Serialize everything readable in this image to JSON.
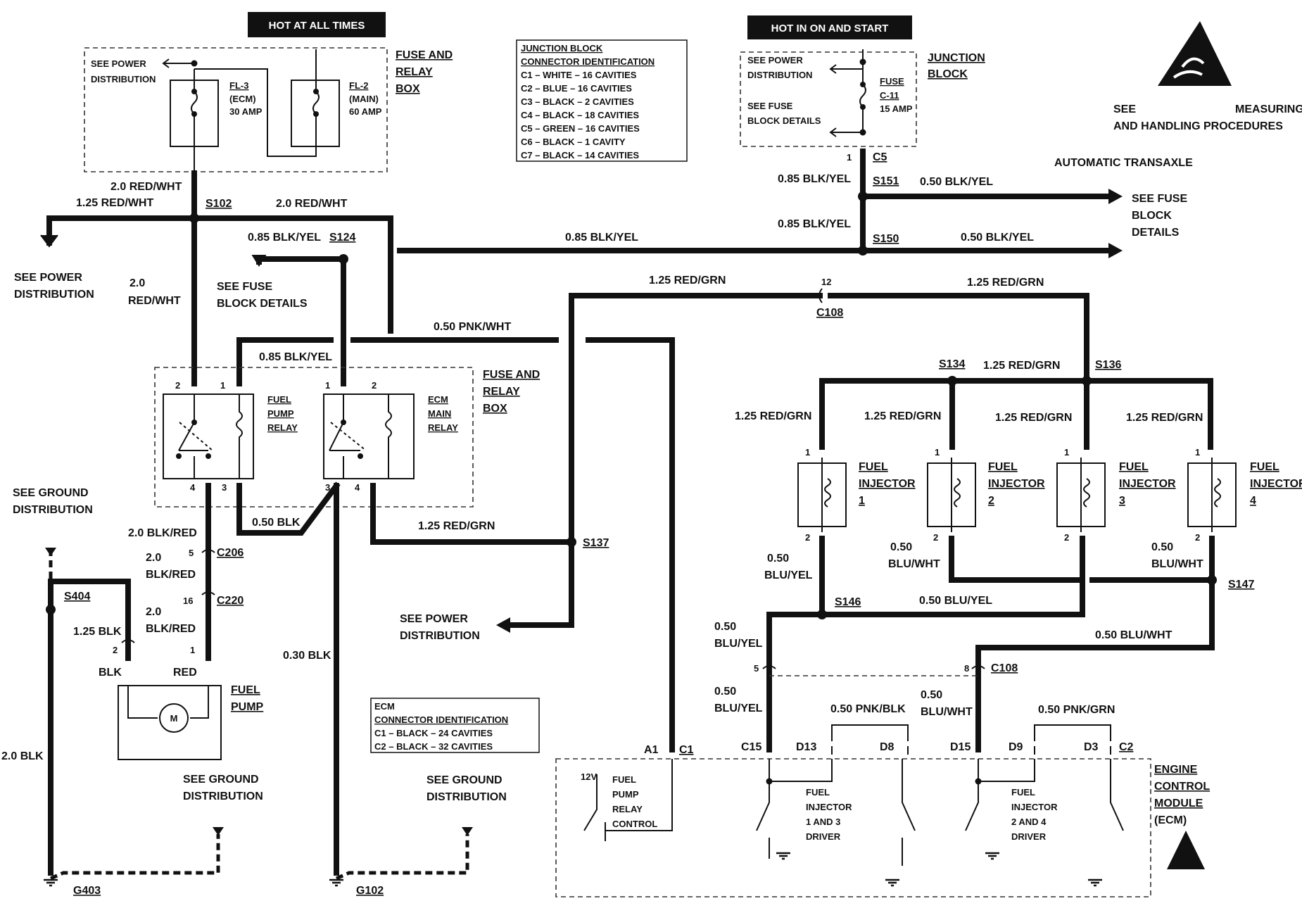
{
  "diagram": {
    "headers": {
      "hot_at_all_times": "HOT AT ALL TIMES",
      "hot_in_on_and_start": "HOT IN ON AND START"
    },
    "fuse_relay_box_top": {
      "label": [
        "FUSE AND",
        "RELAY",
        "BOX"
      ],
      "see_power": [
        "SEE POWER",
        "DISTRIBUTION"
      ],
      "fl3": [
        "FL-3",
        "(ECM)",
        "30 AMP"
      ],
      "fl2": [
        "FL-2",
        "(MAIN)",
        "60 AMP"
      ]
    },
    "junction_id": {
      "title": [
        "JUNCTION BLOCK",
        "CONNECTOR IDENTIFICATION"
      ],
      "lines": [
        "C1 – WHITE – 16 CAVITIES",
        "C2 – BLUE – 16 CAVITIES",
        "C3 – BLACK – 2 CAVITIES",
        "C4 – BLACK – 18 CAVITIES",
        "C5 – GREEN – 16 CAVITIES",
        "C6 – BLACK – 1 CAVITY",
        "C7 – BLACK – 14 CAVITIES"
      ]
    },
    "junction_block": {
      "label": [
        "JUNCTION",
        "BLOCK"
      ],
      "see_power": [
        "SEE POWER",
        "DISTRIBUTION"
      ],
      "see_fuse": [
        "SEE FUSE",
        "BLOCK DETAILS"
      ],
      "fuse": [
        "FUSE",
        "C-11",
        "15 AMP"
      ]
    },
    "esd_note": {
      "see": "SEE",
      "measuring": "MEASURING",
      "line2": "AND HANDLING PROCEDURES"
    },
    "auto_transaxle": "AUTOMATIC TRANSAXLE",
    "see_fuse_details_right": [
      "SEE FUSE",
      "BLOCK",
      "DETAILS"
    ],
    "wires": {
      "red_wht_20a": "2.0 RED/WHT",
      "red_wht_125": "1.25 RED/WHT",
      "red_wht_20b": "2.0 RED/WHT",
      "red_wht_20c": [
        "2.0",
        "RED/WHT"
      ],
      "blk_yel_085a": "0.85 BLK/YEL",
      "blk_yel_085b": "0.85 BLK/YEL",
      "blk_yel_085c": "0.85 BLK/YEL",
      "blk_yel_085d": "0.85 BLK/YEL",
      "blk_yel_085e": "0.85 BLK/YEL",
      "blk_yel_050a": "0.50 BLK/YEL",
      "blk_yel_050b": "0.50 BLK/YEL",
      "pnk_wht_050": "0.50 PNK/WHT",
      "red_grn_125a": "1.25 RED/GRN",
      "red_grn_125b": "1.25 RED/GRN",
      "red_grn_125c": "1.25 RED/GRN",
      "red_grn_125d": "1.25 RED/GRN",
      "red_grn_125e": "1.25 RED/GRN",
      "red_grn_125f": "1.25 RED/GRN",
      "red_grn_125g": "1.25 RED/GRN",
      "red_grn_125h": "1.25 RED/GRN",
      "blk_050": "0.50 BLK",
      "blk_red_20a": "2.0 BLK/RED",
      "blk_red_20b": [
        "2.0",
        "BLK/RED"
      ],
      "blk_red_20c": [
        "2.0",
        "BLK/RED"
      ],
      "blk_125": "1.25 BLK",
      "blk_030": "0.30 BLK",
      "blk_20": "2.0 BLK",
      "blk": "BLK",
      "red": "RED",
      "blu_yel_050a": [
        "0.50",
        "BLU/YEL"
      ],
      "blu_wht_050a": [
        "0.50",
        "BLU/WHT"
      ],
      "blu_wht_050b": [
        "0.50",
        "BLU/WHT"
      ],
      "blu_yel_050b": "0.50 BLU/YEL",
      "blu_yel_050c": [
        "0.50",
        "BLU/YEL"
      ],
      "blu_wht_050c": "0.50 BLU/WHT",
      "blu_yel_050d": [
        "0.50",
        "BLU/YEL"
      ],
      "blu_wht_050d": [
        "0.50",
        "BLU/WHT"
      ],
      "pnk_blk_050": "0.50 PNK/BLK",
      "pnk_grn_050": "0.50 PNK/GRN"
    },
    "splices": {
      "s102": "S102",
      "s124": "S124",
      "s151": "S151",
      "s150": "S150",
      "s134": "S134",
      "s136": "S136",
      "s137": "S137",
      "s146": "S146",
      "s147": "S147",
      "s404": "S404"
    },
    "connectors": {
      "c5": "C5",
      "c108a": "C108",
      "c108b": "C108",
      "c206": "C206",
      "c220": "C220",
      "c1": "C1",
      "c2": "C2",
      "c15": "C15",
      "d13": "D13",
      "d8": "D8",
      "d15": "D15",
      "d9": "D9",
      "d3": "D3",
      "a1": "A1"
    },
    "pins": {
      "jb1": "1",
      "c108_12": "12",
      "c108_5": "5",
      "c108_8": "8",
      "c206_5": "5",
      "c220_16": "16",
      "fp2": "2",
      "fp1": "1",
      "r1_2": "2",
      "r1_1": "1",
      "r1_4": "4",
      "r1_3": "3",
      "r2_1": "1",
      "r2_2": "2",
      "r2_3": "3",
      "r2_4": "4",
      "i1_1": "1",
      "i1_2": "2",
      "i2_1": "1",
      "i2_2": "2",
      "i3_1": "1",
      "i3_2": "2",
      "i4_1": "1",
      "i4_2": "2"
    },
    "relays": {
      "box_label": [
        "FUSE AND",
        "RELAY",
        "BOX"
      ],
      "fuel_pump_relay": [
        "FUEL",
        "PUMP",
        "RELAY"
      ],
      "ecm_main_relay": [
        "ECM",
        "MAIN",
        "RELAY"
      ]
    },
    "injectors": [
      [
        "FUEL",
        "INJECTOR",
        "1"
      ],
      [
        "FUEL",
        "INJECTOR",
        "2"
      ],
      [
        "FUEL",
        "INJECTOR",
        "3"
      ],
      [
        "FUEL",
        "INJECTOR",
        "4"
      ]
    ],
    "fuel_pump": [
      "FUEL",
      "PUMP"
    ],
    "motor": "M",
    "see_power_left": [
      "SEE POWER",
      "DISTRIBUTION"
    ],
    "see_fuse_mid": [
      "SEE FUSE",
      "BLOCK DETAILS"
    ],
    "see_ground_left": [
      "SEE GROUND",
      "DISTRIBUTION"
    ],
    "see_ground_mid1": [
      "SEE GROUND",
      "DISTRIBUTION"
    ],
    "see_ground_mid2": [
      "SEE GROUND",
      "DISTRIBUTION"
    ],
    "see_power_mid": [
      "SEE POWER",
      "DISTRIBUTION"
    ],
    "grounds": {
      "g403": "G403",
      "g102": "G102"
    },
    "ecm_id": {
      "title": [
        "ECM",
        "CONNECTOR IDENTIFICATION"
      ],
      "lines": [
        "C1 – BLACK – 24 CAVITIES",
        "C2 – BLACK – 32 CAVITIES"
      ]
    },
    "ecm": {
      "label": [
        "ENGINE",
        "CONTROL",
        "MODULE",
        "(ECM)"
      ],
      "v12": "12V",
      "fuel_pump_relay_control": [
        "FUEL",
        "PUMP",
        "RELAY",
        "CONTROL"
      ],
      "inj13": [
        "FUEL",
        "INJECTOR",
        "1 AND 3",
        "DRIVER"
      ],
      "inj24": [
        "FUEL",
        "INJECTOR",
        "2 AND 4",
        "DRIVER"
      ]
    }
  }
}
